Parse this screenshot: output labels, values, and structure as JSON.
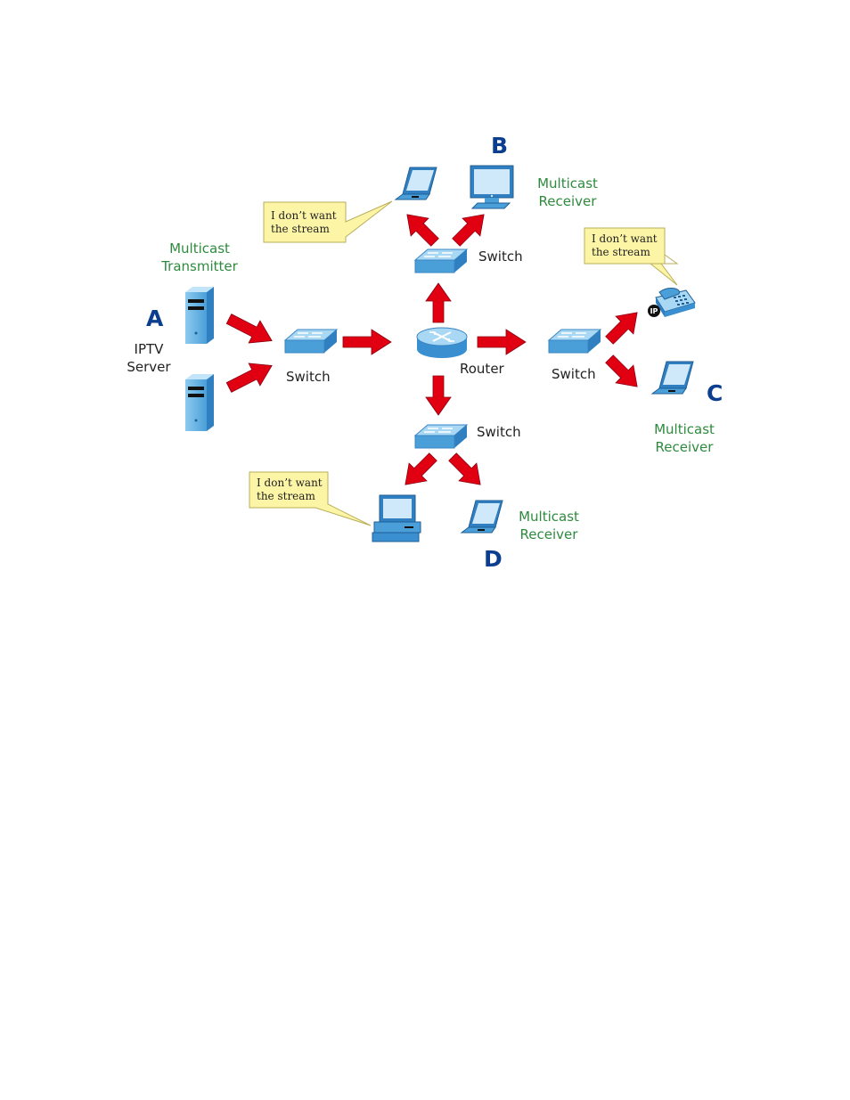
{
  "colors": {
    "arrow": "#e00012",
    "device": "#4a9fd8",
    "device_dark": "#2a78b8",
    "label_green": "#2e8b3e",
    "letter_blue": "#0b3e8f",
    "callout_fill": "#fdf5a6"
  },
  "labels": {
    "letter_a": "A",
    "letter_b": "B",
    "letter_c": "C",
    "letter_d": "D",
    "transmitter_1": "Multicast",
    "transmitter_2": "Transmitter",
    "iptv_1": "IPTV",
    "iptv_2": "Server",
    "switch_left": "Switch",
    "switch_top": "Switch",
    "switch_right": "Switch",
    "switch_bottom": "Switch",
    "router": "Router",
    "receiver_b_1": "Multicast",
    "receiver_b_2": "Receiver",
    "receiver_c_1": "Multicast",
    "receiver_c_2": "Receiver",
    "receiver_d_1": "Multicast",
    "receiver_d_2": "Receiver",
    "ip_badge": "IP"
  },
  "callouts": {
    "b_line1": "I don’t want",
    "b_line2": "the stream",
    "c_line1": "I don’t want",
    "c_line2": "the stream",
    "d_line1": "I don’t want",
    "d_line2": "the stream"
  },
  "icons": [
    "server-icon",
    "switch-icon",
    "router-icon",
    "laptop-icon",
    "desktop-monitor-icon",
    "ip-phone-icon",
    "desktop-computer-icon",
    "arrow-icon"
  ]
}
